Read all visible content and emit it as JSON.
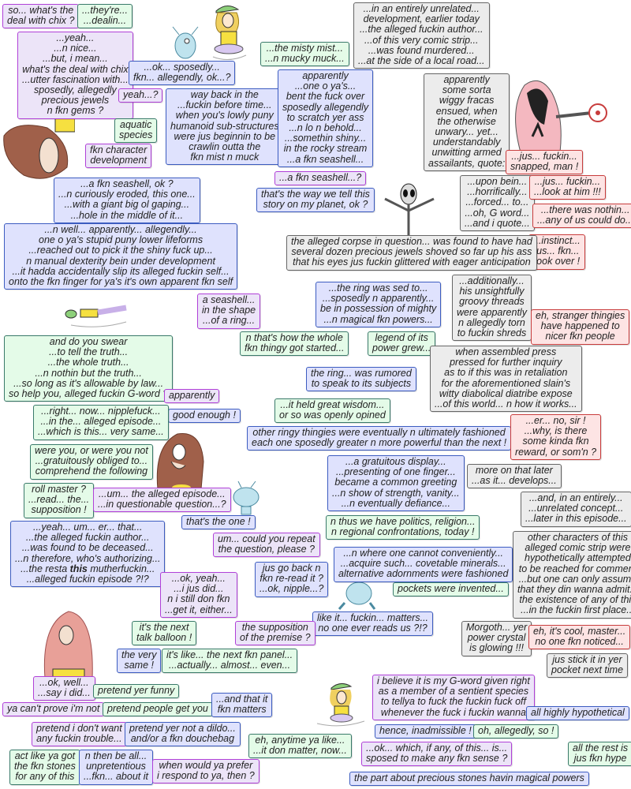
{
  "balloons": [
    "so... what's the\ndeal with chix ?",
    "...they're...\n...dealin...",
    "...yeah...\n...n nice...\n...but, i mean...\nwhat's the deal with chix\n...utter fascination with...\nsposedly, allegedly\nprecious jewels\nn fkn gems ?",
    "...ok... sposedly...\nfkn... allegendly, ok...?",
    "yeah...?",
    "...the misty mist...\n...n mucky muck...",
    "...in an entirely unrelated...\ndevelopment, earlier today\n...the alleged fuckin author...\n...of this very comic strip...\n...was found murdered...\n...at the side of a local road...",
    "way back in the\n...fuckin before time...\nwhen you's lowly puny\nhumanoid sub-structures\nwere jus beginnin to be\ncrawlin outta the\nfkn mist n muck",
    "apparently\n...one o ya's...\nbent the fuck over\nsposedly allegendly\nto scratch yer ass\n...n lo n behold...\n...somethin shiny...\nin the rocky stream\n...a fkn seashell...",
    "apparently\nsome sorta\nwiggy fracas\nensued, when\nthe otherwise\nunwary... yet...\nunderstandably\nunwitting armed\nassailants, quote:",
    "aquatic\nspecies",
    "fkn character\ndevelopment",
    "...jus... fuckin...\nsnapped, man !",
    "...a fkn seashell...?",
    "...a fkn seashell, ok ?\n...n curiously eroded, this one...\n...with a giant big ol gaping...\n...hole in the middle of it...",
    "that's the way we tell this\nstory on my planet, ok ?",
    "...upon bein...\n...horrifically...\n...forced... to...\n...oh, G word...\n...and i quote...",
    "...jus... fuckin...\n...look at him !!!",
    "...there was nothin...\n...any of us could do...",
    "...instinct...\njus... fkn...\ntook over !",
    "the alleged corpse in question... was found to have had\nseveral dozen precious jewels shoved so far up his ass\nthat his eyes jus fuckin glittered with eager anticipation",
    "...n well... apparently... allegendly...\none o ya's stupid puny lower lifeforms\n...reached out to pick it the shiny fuck up...\nn manual dexterity bein under development\n...it hadda accidentally slip its alleged fuckin self...\nonto the fkn finger for ya's it's own apparent fkn self",
    "a seashell...\nin the shape\n...of a ring...",
    "...the ring was sed to...\n...sposedly n apparently...\nbe in possession of mighty\n...n magical fkn powers...",
    "...additionally...\nhis unsightfully\ngroovy threads\nwere apparently\nn allegedly torn\nto fuckin shreds",
    "eh, stranger thingies\nhave happened to\nnicer fkn people",
    "n that's how the whole\nfkn thingy got started...",
    "legend of its\npower grew...",
    "and do you swear\n...to tell the truth...\n...the whole truth...\n...n nothin but the truth...\n...so long as it's allowable by law...\nso help you, alleged fuckin G-word ?",
    "when assembled press\npressed for further inquiry\nas to if this was in retaliation\nfor the aforementioned slain's\nwitty diabolical diatribe expose\n...of this world... n how it works...",
    "the ring... was rumored\nto speak to its subjects",
    "apparently",
    "good enough !",
    "...it held great wisdom...\nor so was openly opined",
    "...right... now... nipplefuck...\n...in the... alleged episode...\n...which is this... very same...",
    "other ringy thingies were eventually n ultimately fashioned\neach one sposedly greater n more powerful than the next !",
    "...er... no, sir !\n...why, is there\nsome kinda fkn\nreward, or som'n ?",
    "were you, or were you not\n...gratuitously obliged to...\ncomprehend the following",
    "...a gratuitous display...\n...presenting of one finger...\nbecame a common greeting\n...n show of strength, vanity...\n...n eventually defiance...",
    "more on that later\n...as it... develops...",
    "roll master ?\n...read... the...\nsupposition !",
    "...um... the alleged episode...\n...in questionable question...?",
    "...and, in an entirely...\n...unrelated concept...\n...later in this episode...",
    "that's the one !",
    "n thus we have politics, religion...\nn regional confrontations, today !",
    "other characters of this\nalleged comic strip were\nhypothetically attempted\nto be reached for comment\n...but one can only assume\nthat they din wanna admit...\nthe existence of any of this\n...in the fuckin first place...",
    "...yeah... um... er... that...\n...the alleged fuckin author...\n...was found to be deceased...\n...n therefore, who's authorizing...\n...the resta this mutherfuckin...\n...alleged fuckin episode ?!?",
    "um... could you repeat\nthe question, please ?",
    "...n where one cannot conveniently...\n...acquire such... covetable minerals...\nalternative adornments were fashioned",
    "jus go back n\nfkn re-read it ?\n...ok, nipple...?",
    "...ok, yeah...\n...i jus did...\nn i still don fkn\n...get it, either...",
    "pockets were invented...",
    "like it... fuckin... matters...\nno one ever reads us ?!?",
    "it's the next\ntalk balloon !",
    "the supposition\nof the premise ?",
    "Morgoth... yer\npower crystal\nis glowing !!!",
    "eh, it's cool, master...\nno one fkn noticed...",
    "the very\nsame !",
    "it's like... the next fkn panel...\n...actually... almost... even...",
    "jus stick it in yer\npocket next time",
    "...ok, well...\n...say i did...",
    "pretend yer funny",
    "ya can't prove i'm not",
    "pretend people get you",
    "...and that it\nfkn matters",
    "i believe it is my G-word given right\nas a member of a sentient species\nto tellya to fuck the fuckin fuck off\nwhenever the fuck i fuckin wanna",
    "all highly hypothetical",
    "pretend i don't want\nany fuckin trouble...",
    "pretend yer not a dildo...\nand/or a fkn douchebag",
    "eh, anytime ya like...\n...it don matter, now...",
    "hence, inadmissible !",
    "oh, allegedly, so !",
    "act like ya got\nthe fkn stones\nfor any of this",
    "n then be all...\nunpretentious\n...fkn... about it",
    "when would ya prefer\ni respond to ya, then ?",
    "...ok... which, if any, of this... is...\nsposed to make any fkn sense ?",
    "all the rest is\njus fkn hype",
    "the part about precious stones havin magical powers"
  ],
  "palette": {
    "purple": "#b040d8",
    "green": "#3a7a6a",
    "blue": "#3c5cc0",
    "gray": "#666666",
    "red": "#c83c3c"
  }
}
